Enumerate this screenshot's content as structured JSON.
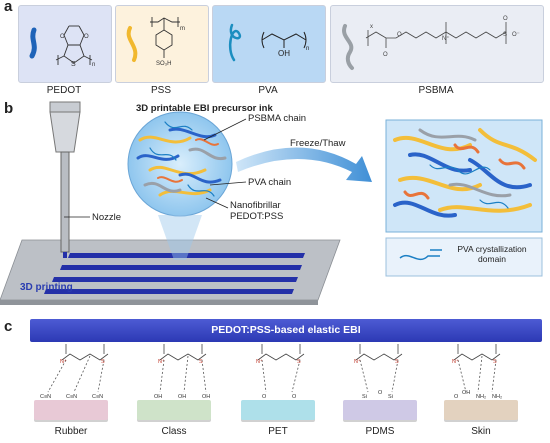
{
  "panels": {
    "a": "a",
    "b": "b",
    "c": "c"
  },
  "polymers": [
    {
      "name": "PEDOT",
      "color": "#dde3f5"
    },
    {
      "name": "PSS",
      "color": "#fdf2dd"
    },
    {
      "name": "PVA",
      "color": "#b9d8f4"
    },
    {
      "name": "PSBMA",
      "color": "#eaedf4"
    }
  ],
  "structure_text": {
    "pedot_s": "S",
    "pedot_o1": "O",
    "pedot_o2": "O",
    "pedot_n": "n",
    "pss_m": "m",
    "pss_so3h": "SO₃H",
    "pva_oh": "OH",
    "pva_n": "n",
    "psbma_x": "x",
    "psbma_o": "O",
    "psbma_o2": "O",
    "psbma_n": "N⁺",
    "psbma_s": "S",
    "psbma_o3": "O",
    "psbma_o4": "O⁻"
  },
  "panel_b": {
    "title": "3D printable EBI precursor ink",
    "nozzle": "Nozzle",
    "printing": "3D printing",
    "psbma_chain": "PSBMA chain",
    "pva_chain": "PVA chain",
    "nanofibrillar": "Nanofibrillar",
    "pedot_pss": "PEDOT:PSS",
    "freeze_thaw": "Freeze/Thaw",
    "pva_domain_line1": "PVA crystallization",
    "pva_domain_line2": "domain"
  },
  "panel_c": {
    "bar_title": "PEDOT:PSS-based elastic EBI",
    "substrates": [
      {
        "name": "Rubber",
        "color": "#e8c9d6"
      },
      {
        "name": "Class",
        "color": "#cfe3c9"
      },
      {
        "name": "PET",
        "color": "#aee0ea"
      },
      {
        "name": "PDMS",
        "color": "#cfc9e6"
      },
      {
        "name": "Skin",
        "color": "#e3d2bf"
      }
    ],
    "chem": {
      "rubber_cn": "C≡N",
      "class_oh": "OH",
      "pet_o": "O",
      "pdms_si": "Si",
      "pdms_o": "O",
      "skin_oh": "OH",
      "skin_o": "O",
      "skin_nh2": "NH₂",
      "sb_n": "N⁺",
      "sb_s": "S",
      "sb_o": "O"
    }
  }
}
